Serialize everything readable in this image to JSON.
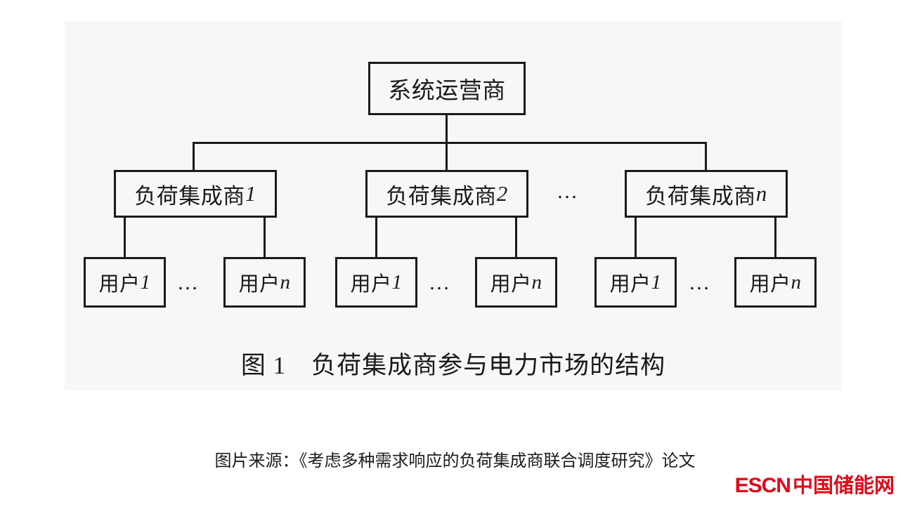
{
  "figure": {
    "panel_background": "#f7f7f7",
    "line_color": "#1a1a1a",
    "caption_label": "图 1",
    "caption_title": "负荷集成商参与电力市场的结构",
    "ellipsis": "…",
    "nodes": {
      "operator": "系统运营商",
      "aggregators": [
        {
          "name": "负荷集成商1",
          "base": "负荷集成商",
          "index": "1"
        },
        {
          "name": "负荷集成商2",
          "base": "负荷集成商",
          "index": "2"
        },
        {
          "name": "负荷集成商n",
          "base": "负荷集成商",
          "index": "n"
        }
      ],
      "user_groups": [
        {
          "first": "用户1",
          "first_base": "用户",
          "first_index": "1",
          "last": "用户n",
          "last_base": "用户",
          "last_index": "n"
        },
        {
          "first": "用户1",
          "first_base": "用户",
          "first_index": "1",
          "last": "用户n",
          "last_base": "用户",
          "last_index": "n"
        },
        {
          "first": "用户1",
          "first_base": "用户",
          "first_index": "1",
          "last": "用户n",
          "last_base": "用户",
          "last_index": "n"
        }
      ]
    }
  },
  "source": {
    "text": "图片来源：《考虑多种需求响应的负荷集成商联合调度研究》论文"
  },
  "watermark": {
    "latin": "ESCN",
    "chinese": "中国储能网",
    "color": "#e00a1a"
  }
}
